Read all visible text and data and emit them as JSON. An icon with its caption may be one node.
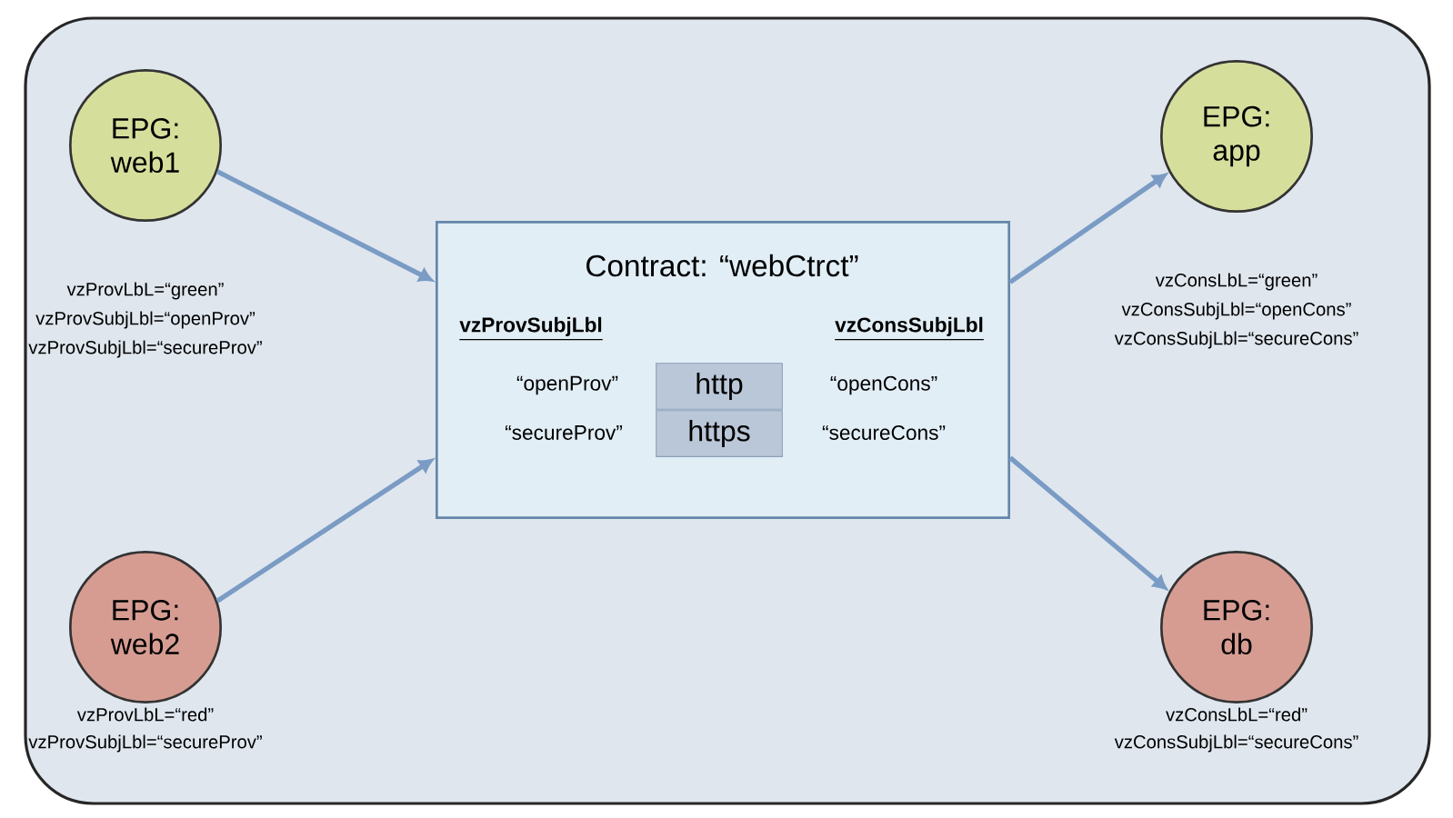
{
  "diagram": {
    "nodes": [
      {
        "text": [
          "EPG: web1"
        ],
        "beside": [
          "vzProvLbL=“green”",
          "vzProvSubjLbl=“openProv”",
          "vzProvSubjLbl=“secureProv”"
        ]
      },
      {
        "text": [
          "EPG: web2"
        ],
        "beside": [
          "vzProvLbL=“red”",
          "vzProvSubjLbl=“secureProv”"
        ]
      },
      {
        "text": [
          "Contract: “webCtrct”",
          "vzProvSubjLbl",
          "vzConsSubjLbl",
          "“openProv”",
          "“secureProv”",
          "“openCons”",
          "“secureCons”"
        ]
      },
      {
        "text": [
          "http"
        ],
        "in": 2
      },
      {
        "text": [
          "https"
        ],
        "in": 2
      },
      {
        "text": [
          "EPG: app"
        ],
        "beside": [
          "vzConsLbL=“green”",
          "vzConsSubjLbl=“openCons”",
          "vzConsSubjLbl=“secureCons”"
        ]
      },
      {
        "text": [
          "EPG: db"
        ],
        "beside": [
          "vzConsLbL=“red”",
          "vzConsSubjLbl=“secureCons”"
        ]
      }
    ],
    "edges": [
      {
        "from": 0,
        "to": 2,
        "arrow": "to"
      },
      {
        "from": 1,
        "to": 2,
        "arrow": "to"
      },
      {
        "from": 2,
        "to": 5,
        "arrow": "to"
      },
      {
        "from": 2,
        "to": 6,
        "arrow": "to"
      }
    ]
  }
}
